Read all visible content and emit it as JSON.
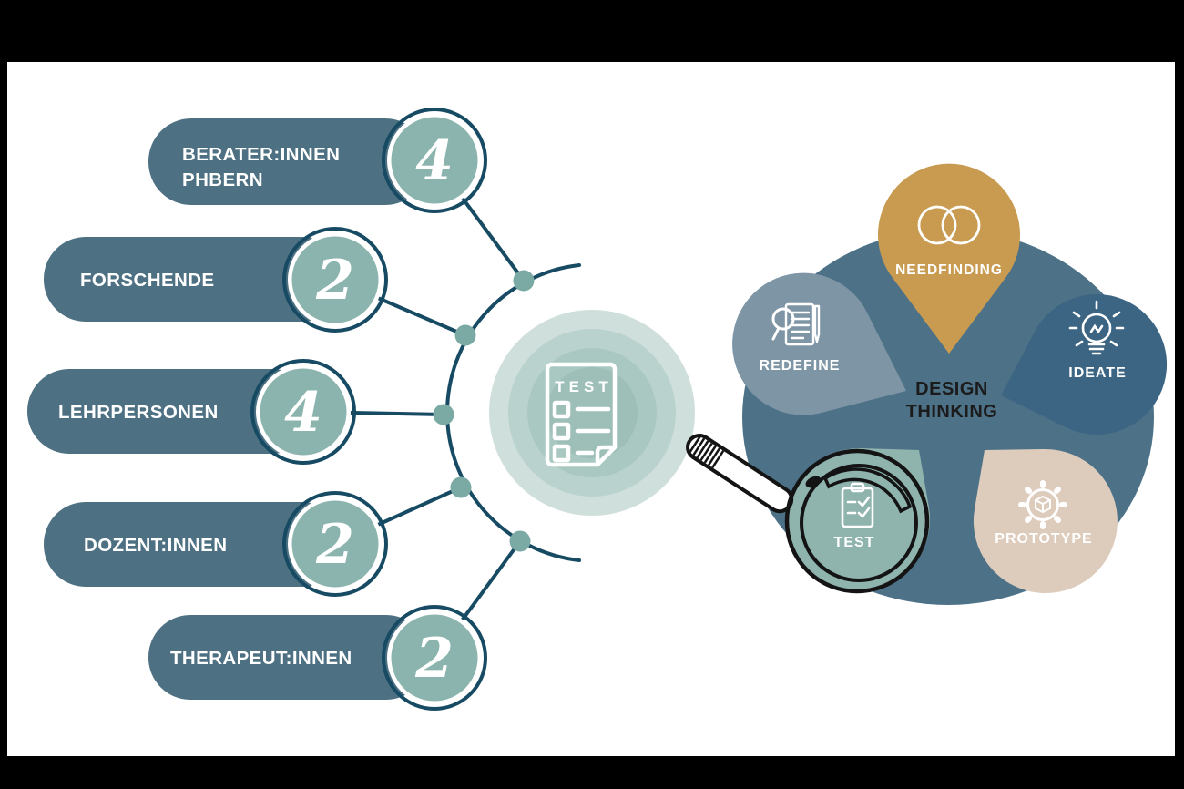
{
  "stakeholders": {
    "items": [
      {
        "line1": "BERATER:INNEN",
        "line2": "PHBERN",
        "count": "4"
      },
      {
        "line1": "FORSCHENDE",
        "line2": "",
        "count": "2"
      },
      {
        "line1": "LEHRPERSONEN",
        "line2": "",
        "count": "4"
      },
      {
        "line1": "DOZENT:INNEN",
        "line2": "",
        "count": "2"
      },
      {
        "line1": "THERAPEUT:INNEN",
        "line2": "",
        "count": "2"
      }
    ]
  },
  "center": {
    "document_label": "TEST",
    "icon": "test-checklist-icon"
  },
  "design_thinking": {
    "title_line1": "DESIGN",
    "title_line2": "THINKING",
    "phases": [
      {
        "label": "NEEDFINDING",
        "color": "#c89b51",
        "icon": "people-icon"
      },
      {
        "label": "IDEATE",
        "color": "#3c6583",
        "icon": "lightbulb-icon"
      },
      {
        "label": "PROTOTYPE",
        "color": "#ddcbbc",
        "icon": "gear-cube-icon"
      },
      {
        "label": "TEST",
        "color": "#8fb3ad",
        "icon": "clipboard-check-icon"
      },
      {
        "label": "REDEFINE",
        "color": "#7e95a6",
        "icon": "document-magnifier-pencil-icon"
      }
    ]
  },
  "colors": {
    "frame": "#000000",
    "canvas": "#ffffff",
    "pill": "#4d7082",
    "navy_line": "#174a63",
    "badge_fill": "#8ab4ad",
    "dot": "#7aaaa3",
    "ring_outer": "#cfdfdb",
    "ring_2": "#bad2cd",
    "ring_3": "#a9c8c1",
    "ring_inner": "#9dbfb8",
    "blob": "#4d7187",
    "magnifier_ink": "#141414",
    "title_text": "#1b1b1b"
  }
}
